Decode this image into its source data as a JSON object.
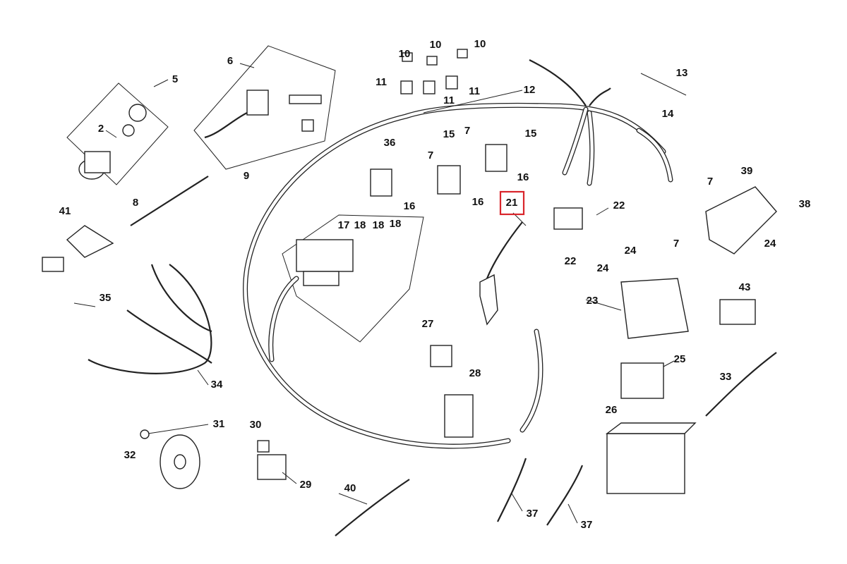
{
  "diagram": {
    "highlight_color": "#d9252b",
    "highlighted_label": "21",
    "labels": [
      "5",
      "6",
      "2",
      "10",
      "10",
      "10",
      "11",
      "11",
      "11",
      "12",
      "13",
      "14",
      "36",
      "15",
      "15",
      "7",
      "7",
      "7",
      "7",
      "16",
      "16",
      "16",
      "9",
      "8",
      "41",
      "39",
      "38",
      "22",
      "22",
      "24",
      "24",
      "24",
      "17",
      "18",
      "18",
      "18",
      "21",
      "35",
      "23",
      "43",
      "27",
      "28",
      "25",
      "34",
      "33",
      "26",
      "31",
      "30",
      "32",
      "29",
      "40",
      "37",
      "37"
    ]
  }
}
